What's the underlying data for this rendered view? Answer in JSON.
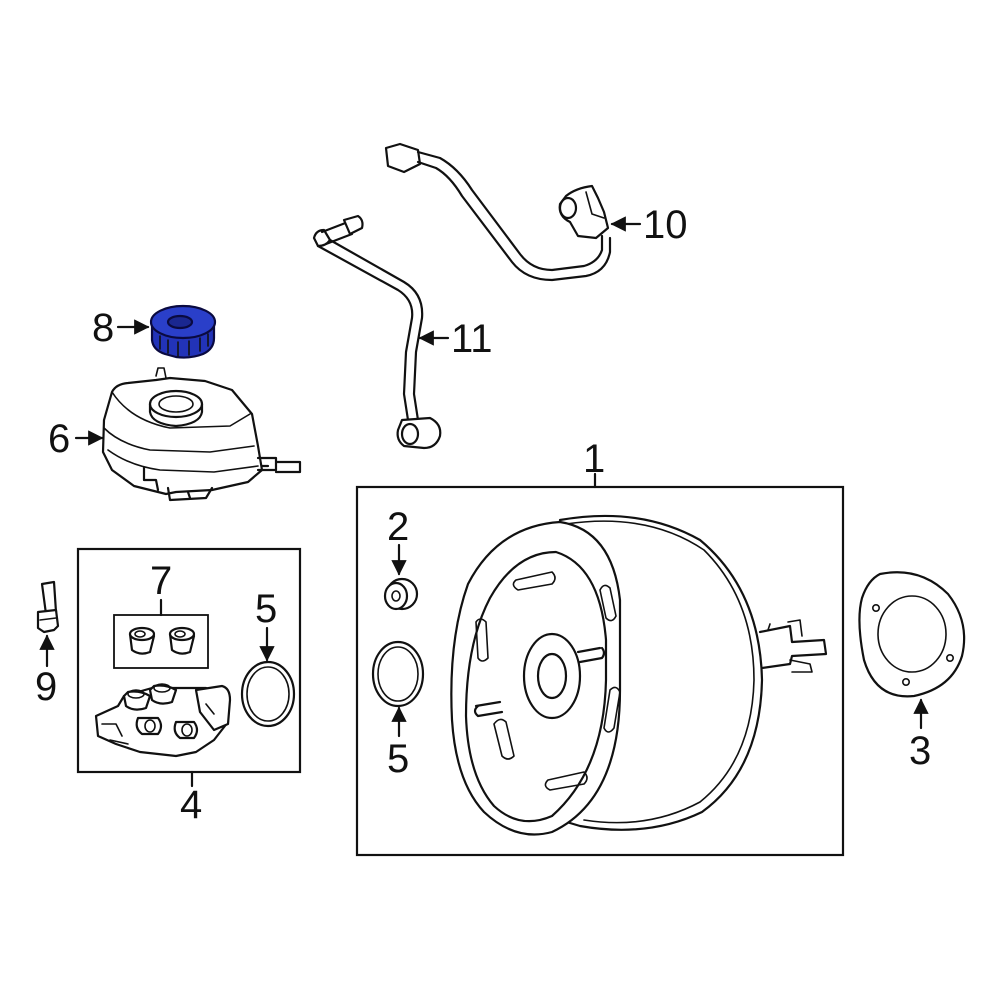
{
  "diagram": {
    "highlight_color": "#2233b8",
    "highlighted_part": "8",
    "callouts": {
      "c1": "1",
      "c2": "2",
      "c3": "3",
      "c4": "4",
      "c5a": "5",
      "c5b": "5",
      "c6": "6",
      "c7": "7",
      "c8": "8",
      "c9": "9",
      "c10": "10",
      "c11": "11"
    }
  }
}
